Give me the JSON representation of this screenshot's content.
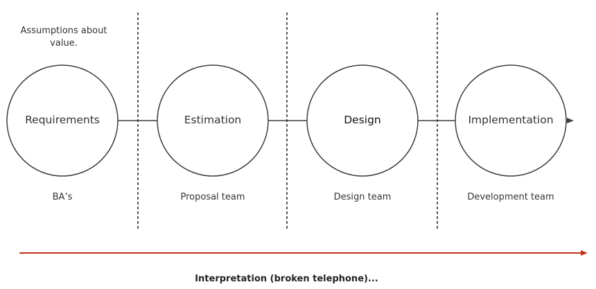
{
  "note": {
    "line1": "Assumptions about",
    "line2": "value."
  },
  "stages": [
    {
      "label": "Requirements",
      "team": "BA’s"
    },
    {
      "label": "Estimation",
      "team": "Proposal team"
    },
    {
      "label": "Design",
      "team": "Design team"
    },
    {
      "label": "Implementation",
      "team": "Development team"
    }
  ],
  "footer": {
    "label": "Interpretation (broken telephone)..."
  },
  "colors": {
    "line": "#3c3c3c",
    "circle_stroke": "#3c3c3c",
    "divider": "#222222",
    "arrow_red": "#c0321e"
  }
}
